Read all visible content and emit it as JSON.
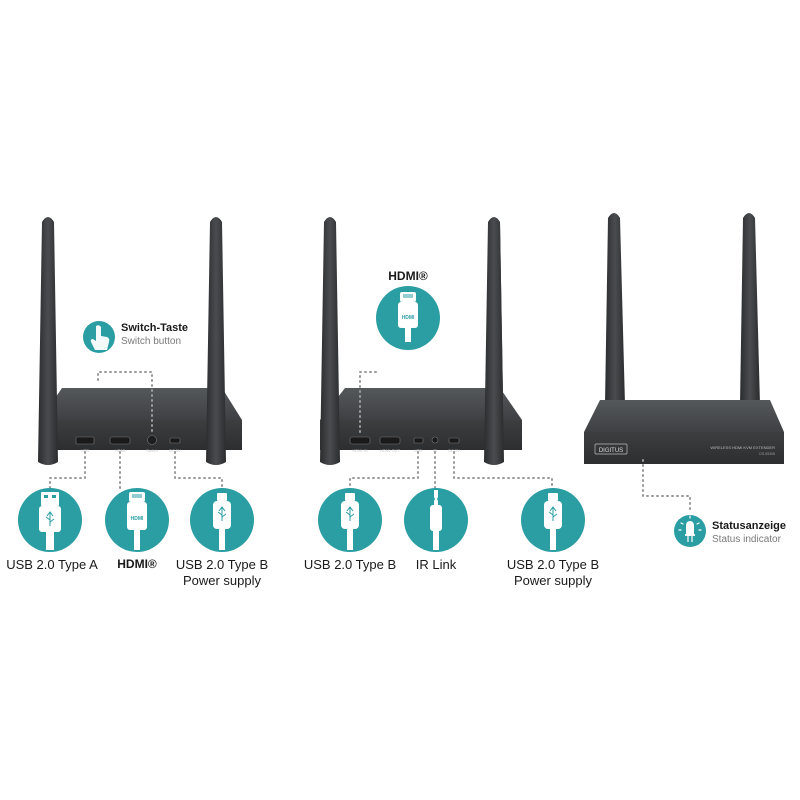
{
  "colors": {
    "teal": "#2a9ea3",
    "device": "#3a3c3e",
    "dots": "#9a9a9a"
  },
  "transmitter": {
    "port_labels": [
      "USB",
      "HDMI",
      "Switch",
      "DC 5V"
    ],
    "callout": {
      "title": "Switch-Taste",
      "subtitle": "Switch button",
      "icon": "hand-pointer-icon"
    },
    "connectors": [
      {
        "icon": "usb-type-a-icon",
        "label": "USB 2.0 Type A"
      },
      {
        "icon": "hdmi-icon",
        "label": "HDMI®"
      },
      {
        "icon": "usb-micro-b-icon",
        "label_line1": "USB 2.0 Type B",
        "label_line2": "Power supply"
      }
    ]
  },
  "receiver": {
    "port_labels": [
      "HDMI IN",
      "HDMI OUT",
      "USB",
      "IR",
      "DC 5V"
    ],
    "top_connector": {
      "icon": "hdmi-icon",
      "label": "HDMI®"
    },
    "connectors": [
      {
        "icon": "usb-micro-b-icon",
        "label": "USB 2.0 Type B"
      },
      {
        "icon": "audio-jack-icon",
        "label": "IR Link"
      },
      {
        "icon": "usb-micro-b-icon",
        "label_line1": "USB 2.0 Type B",
        "label_line2": "Power supply"
      }
    ]
  },
  "front_view": {
    "brand": "DIGITUS",
    "product_text": "WIRELESS HDMI KVM EXTENDER",
    "model_text": "DS-55308",
    "callout": {
      "title": "Statusanzeige",
      "subtitle": "Status indicator",
      "icon": "led-indicator-icon"
    }
  }
}
